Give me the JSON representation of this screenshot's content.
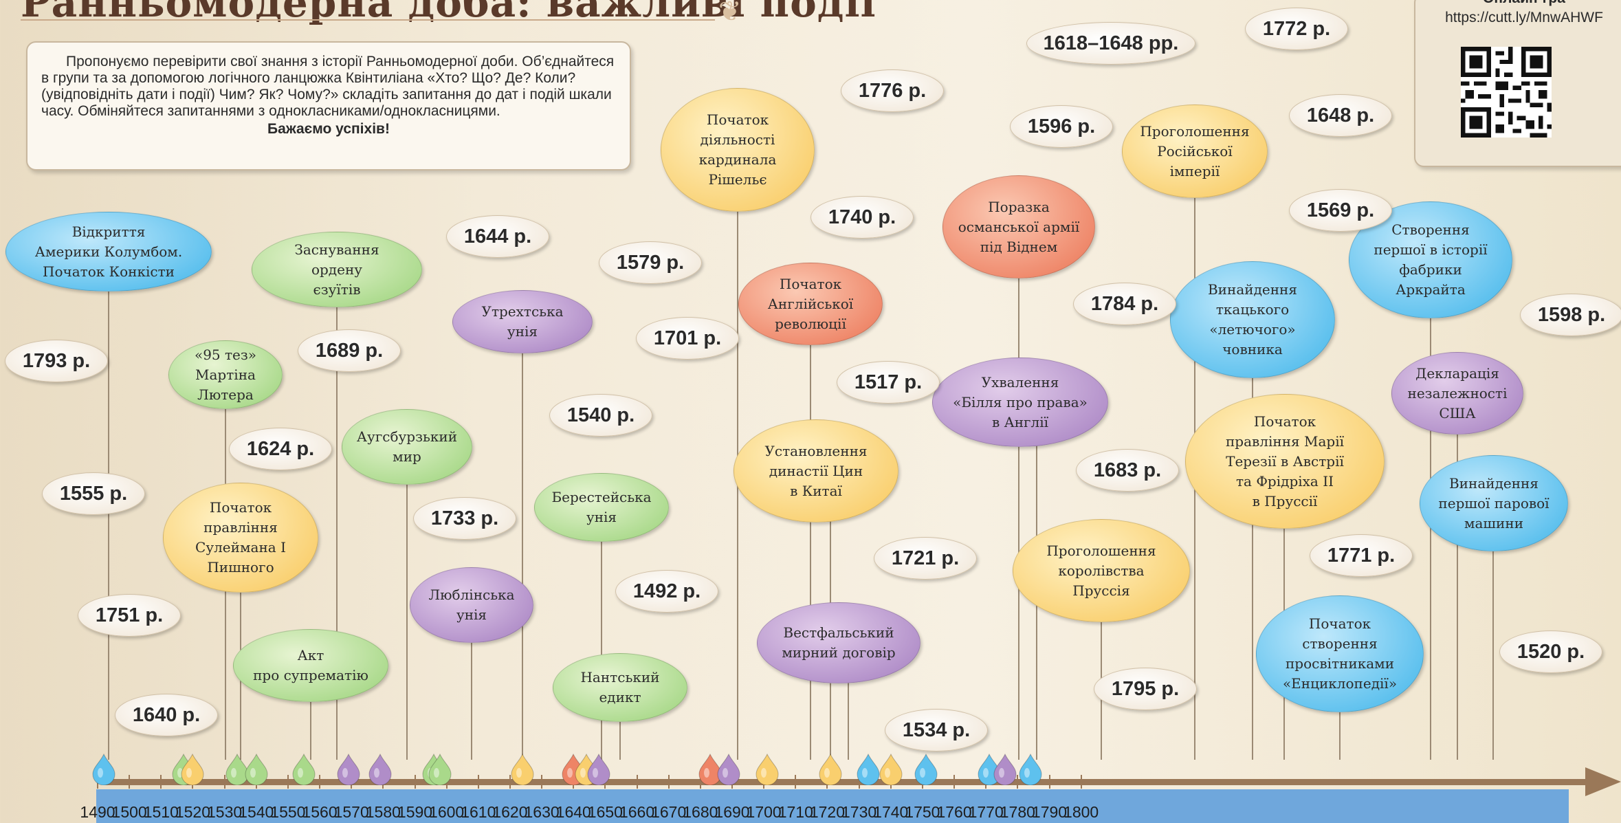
{
  "title": "Ранньомодерна доба: важливі події",
  "intro": {
    "text": "Пропонуємо перевірити свої знання з історії Ранньомодерної доби. Об’єднайтеся в групи та за допомогою логічного ланцюжка Квінтиліана «Хто? Що? Де? Коли? (увідповідніть дати і події) Чим? Як? Чому?» складіть запитання до дат і подій шкали часу. Обміняйтеся запитаннями з однокласниками/однокласницями.",
    "wish": "Бажаємо успіхів!"
  },
  "online": {
    "label": "Онлайн-гра",
    "url": "https://cutt.ly/MnwAHWF"
  },
  "colors": {
    "blue": "#5ec1ee",
    "green": "#a9d98a",
    "yellow": "#f9cf6e",
    "purple": "#b08dc8",
    "red": "#ee8466",
    "axis": "#9a7858",
    "axis_band": "#6fa7dc"
  },
  "axis_years": [
    "1490",
    "1500",
    "1510",
    "1520",
    "1530",
    "1540",
    "1550",
    "1560",
    "1570",
    "1580",
    "1590",
    "1600",
    "1610",
    "1620",
    "1630",
    "1640",
    "1650",
    "1660",
    "1670",
    "1680",
    "1690",
    "1700",
    "1710",
    "1720",
    "1730",
    "1740",
    "1750",
    "1760",
    "1770",
    "1780",
    "1790",
    "1800"
  ],
  "events": [
    {
      "lines": [
        "Відкриття",
        "Америки Колумбом.",
        "Початок Конкісти"
      ],
      "color": "blue"
    },
    {
      "lines": [
        "«95 тез»",
        "Мартіна",
        "Лютера"
      ],
      "color": "green"
    },
    {
      "lines": [
        "Початок",
        "правління",
        "Сулеймана І",
        "Пишного"
      ],
      "color": "yellow"
    },
    {
      "lines": [
        "Акт",
        "про супрематію"
      ],
      "color": "green"
    },
    {
      "lines": [
        "Заснування",
        "ордену",
        "єзуїтів"
      ],
      "color": "green"
    },
    {
      "lines": [
        "Аугсбурзький",
        "мир"
      ],
      "color": "green"
    },
    {
      "lines": [
        "Люблінська",
        "унія"
      ],
      "color": "purple"
    },
    {
      "lines": [
        "Утрехтська",
        "унія"
      ],
      "color": "purple"
    },
    {
      "lines": [
        "Берестейська",
        "унія"
      ],
      "color": "green"
    },
    {
      "lines": [
        "Нантський",
        "едикт"
      ],
      "color": "green"
    },
    {
      "lines": [
        "Початок",
        "діяльності",
        "кардинала",
        "Рішельє"
      ],
      "color": "yellow"
    },
    {
      "lines": [
        "Початок",
        "Англійської",
        "революції"
      ],
      "color": "red"
    },
    {
      "lines": [
        "Установлення",
        "династії Цин",
        "в Китаї"
      ],
      "color": "yellow"
    },
    {
      "lines": [
        "Вестфальський",
        "мирний договір"
      ],
      "color": "purple"
    },
    {
      "lines": [
        "Поразка",
        "османської армії",
        "під Віднем"
      ],
      "color": "red"
    },
    {
      "lines": [
        "Ухвалення",
        "«Білля про права»",
        "в Англії"
      ],
      "color": "purple"
    },
    {
      "lines": [
        "Проголошення",
        "королівства",
        "Пруссія"
      ],
      "color": "yellow"
    },
    {
      "lines": [
        "Проголошення",
        "Російської",
        "імперії"
      ],
      "color": "yellow"
    },
    {
      "lines": [
        "Винайдення",
        "ткацького",
        "«летючого»",
        "човника"
      ],
      "color": "blue"
    },
    {
      "lines": [
        "Початок",
        "правління Марії",
        "Терезії в Австрії",
        "та Фрідріха ІІ",
        "в Пруссії"
      ],
      "color": "yellow"
    },
    {
      "lines": [
        "Початок",
        "створення",
        "просвітниками",
        "«Енциклопедії»"
      ],
      "color": "blue"
    },
    {
      "lines": [
        "Створення",
        "першої в історії",
        "фабрики",
        "Аркрайта"
      ],
      "color": "blue"
    },
    {
      "lines": [
        "Декларація",
        "незалежності",
        "США"
      ],
      "color": "purple"
    },
    {
      "lines": [
        "Винайдення",
        "першої парової",
        "машини"
      ],
      "color": "blue"
    }
  ],
  "dates": [
    "1793 р.",
    "1555 р.",
    "1751 р.",
    "1640 р.",
    "1624 р.",
    "1689 р.",
    "1733 р.",
    "1644 р.",
    "1579 р.",
    "1701 р.",
    "1540 р.",
    "1492 р.",
    "1776 р.",
    "1740 р.",
    "1517 р.",
    "1721 р.",
    "1534 р.",
    "1618–1648 рр.",
    "1596 р.",
    "1784 р.",
    "1683 р.",
    "1795 р.",
    "1772 р.",
    "1648 р.",
    "1569 р.",
    "1771 р.",
    "1598 р.",
    "1520 р."
  ],
  "drops": [
    {
      "year": 1492,
      "color": "blue"
    },
    {
      "year": 1517,
      "color": "green"
    },
    {
      "year": 1520,
      "color": "yellow"
    },
    {
      "year": 1534,
      "color": "green"
    },
    {
      "year": 1540,
      "color": "green"
    },
    {
      "year": 1555,
      "color": "green"
    },
    {
      "year": 1569,
      "color": "purple"
    },
    {
      "year": 1579,
      "color": "purple"
    },
    {
      "year": 1596,
      "color": "green"
    },
    {
      "year": 1598,
      "color": "green"
    },
    {
      "year": 1624,
      "color": "yellow"
    },
    {
      "year": 1640,
      "color": "red"
    },
    {
      "year": 1644,
      "color": "yellow"
    },
    {
      "year": 1648,
      "color": "purple"
    },
    {
      "year": 1683,
      "color": "red"
    },
    {
      "year": 1689,
      "color": "purple"
    },
    {
      "year": 1701,
      "color": "yellow"
    },
    {
      "year": 1721,
      "color": "yellow"
    },
    {
      "year": 1733,
      "color": "blue"
    },
    {
      "year": 1740,
      "color": "yellow"
    },
    {
      "year": 1751,
      "color": "blue"
    },
    {
      "year": 1771,
      "color": "blue"
    },
    {
      "year": 1776,
      "color": "purple"
    },
    {
      "year": 1784,
      "color": "blue"
    }
  ]
}
